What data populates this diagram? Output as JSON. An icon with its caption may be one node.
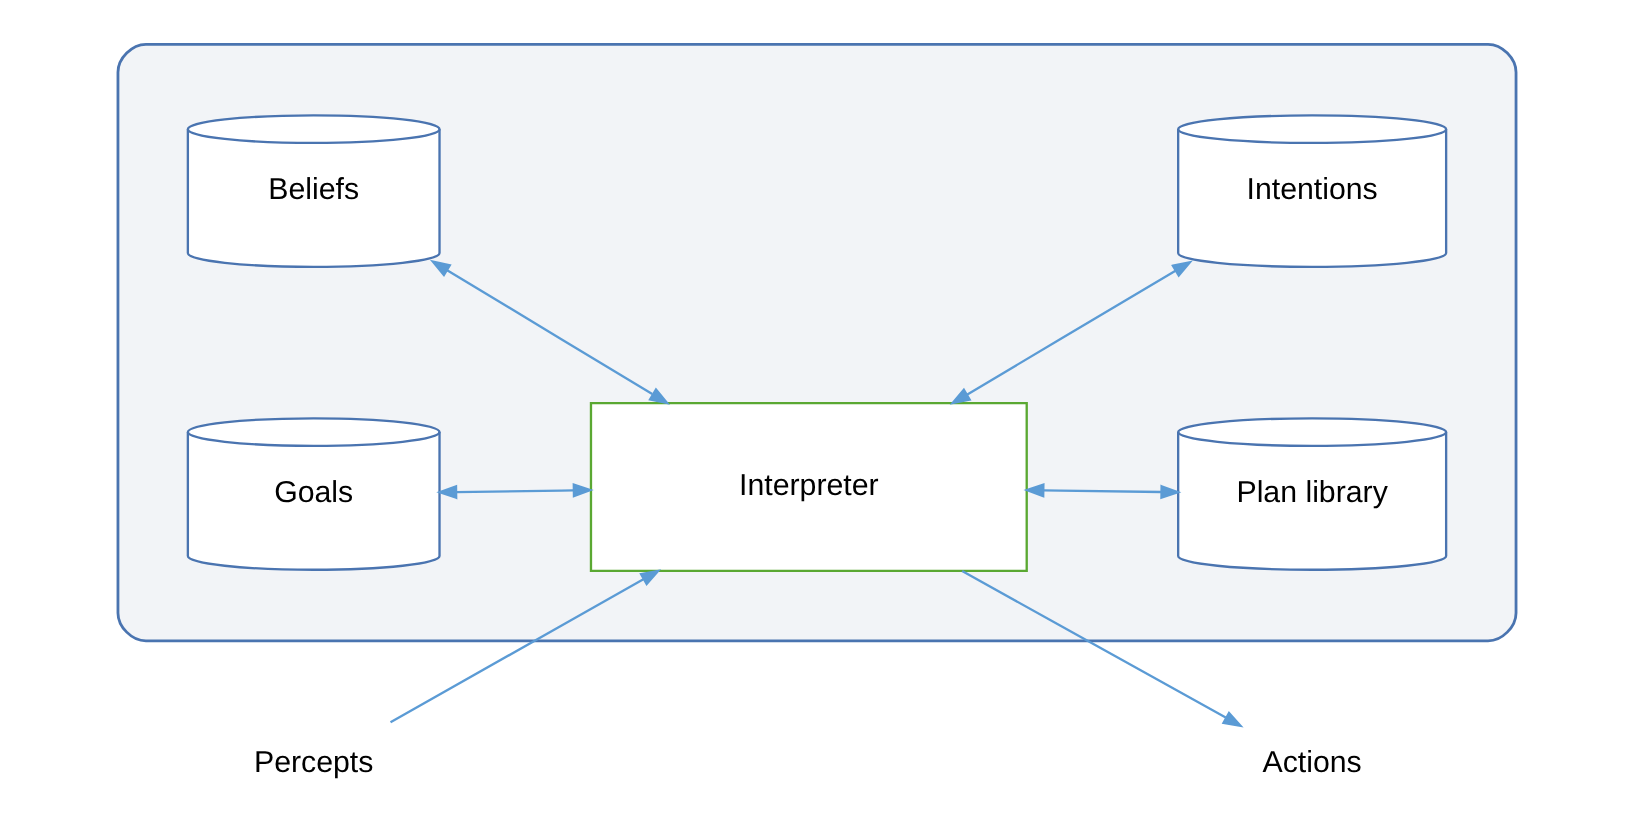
{
  "diagram": {
    "nodes": [
      {
        "text": [],
        "shape": "box"
      },
      {
        "text": [
          "Beliefs"
        ],
        "in": 0
      },
      {
        "text": [
          "Plan library"
        ],
        "in": 0
      },
      {
        "text": [
          "Percepts"
        ]
      },
      {
        "text": [
          "Interpreter"
        ],
        "in": 0
      },
      {
        "text": [
          "Actions"
        ]
      },
      {
        "text": [
          "Goals"
        ],
        "in": 0
      },
      {
        "text": [
          "Intentions"
        ],
        "in": 0
      }
    ],
    "edges": [
      {
        "from": 1,
        "to": 4,
        "arrow": "both"
      },
      {
        "from": 4,
        "to": 2,
        "arrow": "both"
      },
      {
        "from": 3,
        "to": 4,
        "arrow": "to"
      },
      {
        "from": 4,
        "to": 5,
        "arrow": "to"
      },
      {
        "from": 6,
        "to": 4,
        "arrow": "both"
      },
      {
        "from": 4,
        "to": 7,
        "arrow": "both"
      }
    ]
  }
}
